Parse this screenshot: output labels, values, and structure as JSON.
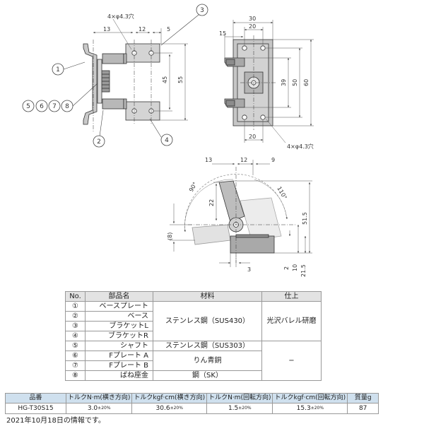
{
  "drawing": {
    "front_view": {
      "dimensions": [
        "4×φ4.3穴",
        "13",
        "12",
        "5",
        "45",
        "55"
      ],
      "callouts": [
        "1",
        "2",
        "3",
        "4"
      ],
      "callout_group": [
        "5",
        "6",
        "7",
        "8"
      ]
    },
    "side_view": {
      "dimensions": [
        "30",
        "20",
        "15",
        "39",
        "50",
        "60",
        "20",
        "4×φ4.3穴"
      ]
    },
    "open_view": {
      "dimensions": [
        "13",
        "12",
        "9",
        "22",
        "51.5",
        "(8)",
        "3",
        "2",
        "10",
        "21.5"
      ],
      "angles": [
        "90°",
        "110°"
      ]
    }
  },
  "parts_table": {
    "headers": [
      "No.",
      "部品名",
      "材料",
      "仕上"
    ],
    "rows": [
      {
        "no": "①",
        "name": "ベースプレート"
      },
      {
        "no": "②",
        "name": "ベース"
      },
      {
        "no": "③",
        "name": "ブラケットL"
      },
      {
        "no": "④",
        "name": "ブラケットR"
      },
      {
        "no": "⑤",
        "name": "シャフト"
      },
      {
        "no": "⑥",
        "name": "Fプレート A"
      },
      {
        "no": "⑦",
        "name": "Fプレート B"
      },
      {
        "no": "⑧",
        "name": "ばね座金"
      }
    ],
    "materials": [
      "ステンレス鋼（SUS430）",
      "ステンレス鋼（SUS303）",
      "りん青銅",
      "鋼（SK）"
    ],
    "finishes": [
      "光沢バレル研磨",
      "−"
    ]
  },
  "spec_table": {
    "headers": [
      "品番",
      "トルクN·m(横き方向)",
      "トルクkgf·cm(横き方向)",
      "トルクN·m(回転方向)",
      "トルクkgf·cm(回転方向)",
      "質量g"
    ],
    "row": {
      "model": "HG-T30S15",
      "torque_nm_lateral": "3.0",
      "torque_kgf_lateral": "30.6",
      "torque_nm_rotation": "1.5",
      "torque_kgf_rotation": "15.3",
      "tolerance": "±20%",
      "mass": "87"
    }
  },
  "footnote": "2021年10月18日の情報です。"
}
